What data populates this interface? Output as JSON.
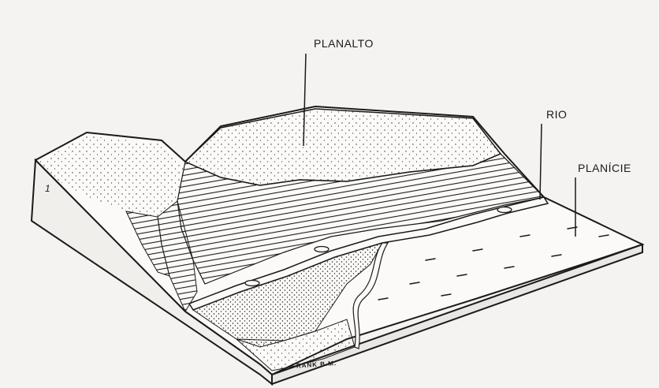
{
  "labels": {
    "plateau": "PLANALTO",
    "river": "RIO",
    "plain": "PLANÍCIE",
    "figure_number": "1",
    "signature": "FRANK B.M."
  },
  "colors": {
    "paper": "#f4f3f1",
    "ink": "#1a1a1a",
    "surface": "#fbfaf8"
  }
}
